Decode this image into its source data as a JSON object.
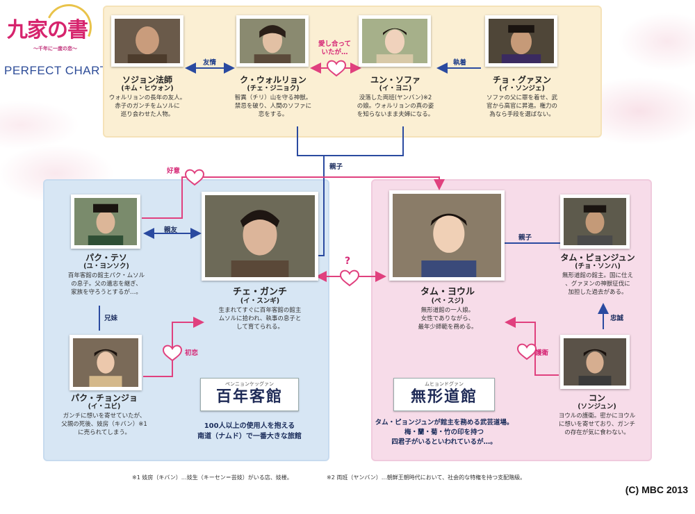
{
  "logo": {
    "title": "九家の書",
    "subtitle": "〜千年に一度の恋〜",
    "chart_label": "PERFECT CHART"
  },
  "people": {
    "sojin": {
      "name": "ソジョン法師",
      "actor": "(キム・ヒウォン)",
      "desc": [
        "ウォルリョンの長年の友人。",
        "赤子のガンチをムソルに",
        "巡り会わせた人物。"
      ]
    },
    "wolryeong": {
      "name": "ク・ウォルリョン",
      "actor": "(チェ・ジニョク)",
      "desc": [
        "智異（チリ）山を守る神獣。",
        "禁忌を破り、人間のソファに",
        "恋をする。"
      ]
    },
    "sohwa": {
      "name": "ユン・ソファ",
      "actor": "(イ・ヨニ)",
      "desc": [
        "没落した両班(ヤンバン)※2",
        "の娘。ウォルリョンの真の姿",
        "を知らないまま夫婦になる。"
      ]
    },
    "gwanung": {
      "name": "チョ・グァヌン",
      "actor": "(イ・ソンジェ)",
      "desc": [
        "ソファの父に罪を着せ、武",
        "官から高官に昇進。権力の",
        "為なら手段を選ばない。"
      ]
    },
    "taeseo": {
      "name": "パク・テソ",
      "actor": "(ユ・ヨンソク)",
      "desc": [
        "百年客館の館主パク・ムソル",
        "の息子。父の遺志を継ぎ、",
        "家族を守ろうとするが…。"
      ]
    },
    "gangchi": {
      "name": "チェ・ガンチ",
      "actor": "(イ・スンギ)",
      "desc": [
        "生まれてすぐに百年客館の館主",
        "ムソルに拾われ、執事の息子と",
        "して育てられる。"
      ]
    },
    "yeoul": {
      "name": "タム・ヨウル",
      "actor": "(ペ・スジ)",
      "desc": [
        "無形道館の一人娘。",
        "女性でありながら、",
        "最年少師範を務める。"
      ]
    },
    "pyeongjun": {
      "name": "タム・ピョンジュン",
      "actor": "(チョ・ソンハ)",
      "desc": [
        "無形道館の館主。国に仕え",
        "、グァヌンの神獣征伐に",
        "加担した過去がある。"
      ]
    },
    "cheongjo": {
      "name": "パク・チョンジョ",
      "actor": "(イ・ユビ)",
      "desc": [
        "ガンチに想いを寄せていたが、",
        "父親の死後、妓房（キバン）※1",
        "に売られてしまう。"
      ]
    },
    "gon": {
      "name": "コン",
      "actor": "(ソンジュン)",
      "desc": [
        "ヨウルの護衛。密かにヨウル",
        "に想いを寄せており、ガンチ",
        "の存在が気に食わない。"
      ]
    }
  },
  "relations": {
    "friend": "友情",
    "love_top": [
      "愛し合って",
      "いたが…"
    ],
    "obsession": "執着",
    "parent_child": "親子",
    "fondness": "好意",
    "best_friend": "親友",
    "siblings": "兄妹",
    "first_love": "初恋",
    "question": "?",
    "parent_child_right": "親子",
    "loyalty": "忠誠",
    "escort": "護衛"
  },
  "places": {
    "inn": {
      "ruby": "ペンニョンケッグァン",
      "name": "百年客館",
      "desc": [
        "100人以上の使用人を抱える",
        "南道（ナムド）で一番大きな旅館"
      ]
    },
    "dojo": {
      "ruby": "ムヒョンドグァン",
      "name": "無形道館",
      "desc": [
        "タム・ピョンジュンが館主を務める武芸道場。",
        "梅・蘭・菊・竹の印を持つ",
        "四君子がいるといわれているが…。"
      ]
    }
  },
  "footnotes": [
    "※1 妓房（キバン）…妓生（キーセン＝芸妓）がいる店、妓楼。",
    "※2 両班（ヤンバン）…朝鮮王朝時代において、社会的な特権を持つ支配階級。"
  ],
  "copyright": "(C) MBC 2013",
  "colors": {
    "top_panel": "#fbefd3",
    "left_panel": "#d7e6f4",
    "right_panel": "#f7dce9",
    "blue_line": "#2a4aa0",
    "pink_line": "#e0407e"
  }
}
